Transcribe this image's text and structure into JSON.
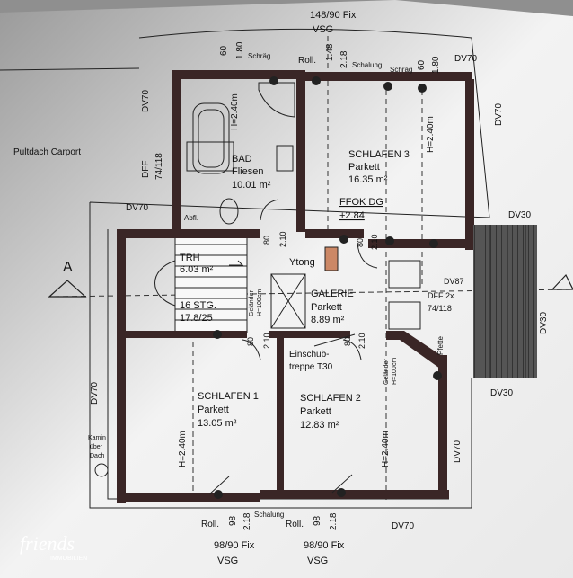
{
  "header": {
    "top_fix": "148/90 Fix",
    "top_vsg": "VSG"
  },
  "top_labels": {
    "dim_60_left": "60",
    "dim_180_left": "1.80",
    "schraeg_left": "Schräg",
    "roll_top": "Roll.",
    "dim_148": "1.48",
    "dim_218": "2.18",
    "schalung": "Schalung",
    "schraeg_right": "Schräg",
    "dim_60_right": "60",
    "dim_180_right": "1.80",
    "dv70_top_right": "DV70"
  },
  "side_labels": {
    "pultdach": "Pultdach Carport",
    "dv70_left_top": "DV70",
    "dff": "DFF",
    "dff_size": "74/118",
    "dv70_left_mid": "DV70",
    "arrow_a_left": "A",
    "dv70_left_low": "DV70",
    "kamin_1": "Kamin",
    "kamin_2": "über",
    "kamin_3": "Dach",
    "dv70_right_top": "DV70",
    "dv30_top": "DV30",
    "dv30_right": "DV30",
    "dv30_bottom": "DV30",
    "dv70_right_low": "DV70",
    "dv87": "DV87",
    "dff2x": "DFF 2x",
    "dff2x_size": "74/118",
    "pfette": "Pfette"
  },
  "rooms": {
    "bad": {
      "name": "BAD",
      "floor": "Fliesen",
      "area": "10.01 m²",
      "height": "H=2.40m"
    },
    "schlafen3": {
      "name": "SCHLAFEN 3",
      "floor": "Parkett",
      "area": "16.35 m²",
      "height": "H=2.40m"
    },
    "trh": {
      "name": "TRH",
      "area": "6.03 m²",
      "steps": "16 STG.",
      "rise": "17.8/25"
    },
    "galerie": {
      "name": "GALERIE",
      "floor": "Parkett",
      "area": "8.89 m²"
    },
    "schlafen1": {
      "name": "SCHLAFEN 1",
      "floor": "Parkett",
      "area": "13.05 m²",
      "height": "H=2.40m"
    },
    "schlafen2": {
      "name": "SCHLAFEN 2",
      "floor": "Parkett",
      "area": "12.83 m²",
      "height": "H=2.40m"
    }
  },
  "annotations": {
    "ffok": "FFOK DG",
    "ffok_val": "+2.84",
    "abfl": "Abfl.",
    "ytong": "Ytong",
    "door_80_a": "80",
    "door_210_a": "2.10",
    "door_80_b": "80",
    "door_210_b": "2.10",
    "gelaender_left": "Geländer",
    "gelaender_left_h": "H=100cm",
    "gelaender_right": "Geländer",
    "gelaender_right_h": "H=100cm",
    "door_80_c": "80",
    "door_210_c": "2.10",
    "door_80_d": "80",
    "door_210_d": "2.10",
    "einschub_1": "Einschub-",
    "einschub_2": "treppe T30"
  },
  "bottom_labels": {
    "roll_left": "Roll.",
    "dim_98_left": "98",
    "dim_218_left": "2.18",
    "schalung": "Schalung",
    "roll_right": "Roll.",
    "dim_98_right": "98",
    "dim_218_right": "2.18",
    "dv70_bottom": "DV70",
    "fix_left": "98/90 Fix",
    "vsg_left": "VSG",
    "fix_right": "98/90 Fix",
    "vsg_right": "VSG"
  },
  "brand": {
    "name": "friends",
    "tagline": "IMMOBILIEN"
  }
}
